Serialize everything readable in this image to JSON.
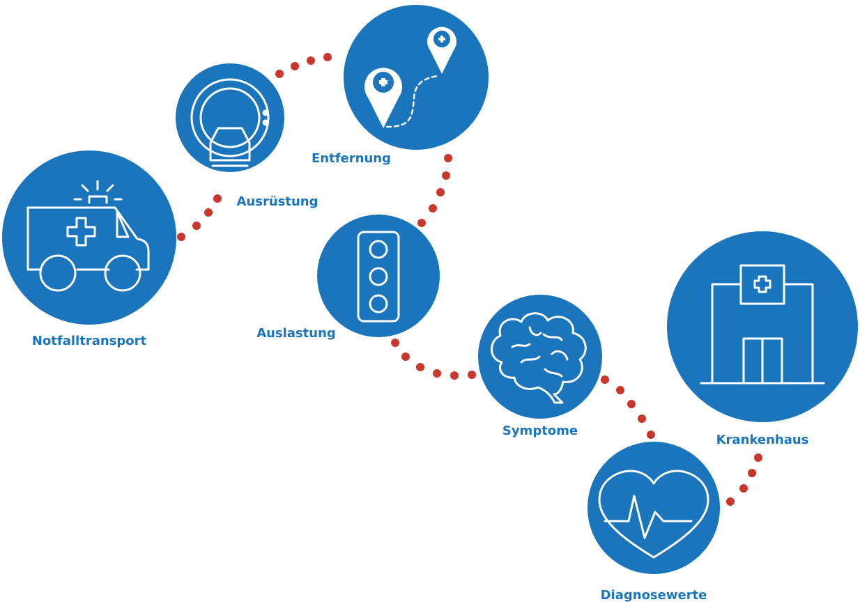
{
  "colors": {
    "circle": "#1a75bc",
    "label": "#1a75bc",
    "dots": "#c8362c",
    "icon": "#ffffff"
  },
  "nodes": [
    {
      "key": "notfalltransport",
      "label": "Notfalltransport",
      "icon": "ambulance-icon"
    },
    {
      "key": "ausruestung",
      "label": "Ausrüstung",
      "icon": "mri-scanner-icon"
    },
    {
      "key": "entfernung",
      "label": "Entfernung",
      "icon": "map-route-icon"
    },
    {
      "key": "auslastung",
      "label": "Auslastung",
      "icon": "traffic-light-icon"
    },
    {
      "key": "symptome",
      "label": "Symptome",
      "icon": "brain-icon"
    },
    {
      "key": "diagnosewerte",
      "label": "Diagnosewerte",
      "icon": "heart-pulse-icon"
    },
    {
      "key": "krankenhaus",
      "label": "Krankenhaus",
      "icon": "hospital-icon"
    }
  ]
}
